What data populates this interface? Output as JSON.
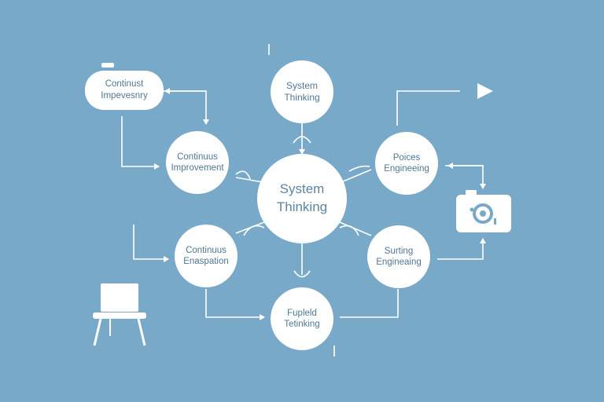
{
  "colors": {
    "background": "#79a9c9",
    "node_fill": "#ffffff",
    "node_text": "#4f7893",
    "connector": "#ffffff"
  },
  "center": {
    "line1": "System",
    "line2": "Thinking"
  },
  "top_node": {
    "line1": "System",
    "line2": "Thinking"
  },
  "left_upper_node": {
    "line1": "Continuus",
    "line2": "Improvement"
  },
  "left_lower_node": {
    "line1": "Continuus",
    "line2": "Enaspation"
  },
  "bottom_node": {
    "line1": "Fupleld",
    "line2": "Tetinking"
  },
  "right_upper_node": {
    "line1": "Poices",
    "line2": "Engineeing"
  },
  "right_lower_node": {
    "line1": "Surting",
    "line2": "Engineaing"
  },
  "pill_label": {
    "line1": "Continust",
    "line2": "Impevesnry"
  },
  "icons": [
    "camera-icon",
    "laptop-icon",
    "play-arrow-icon"
  ]
}
